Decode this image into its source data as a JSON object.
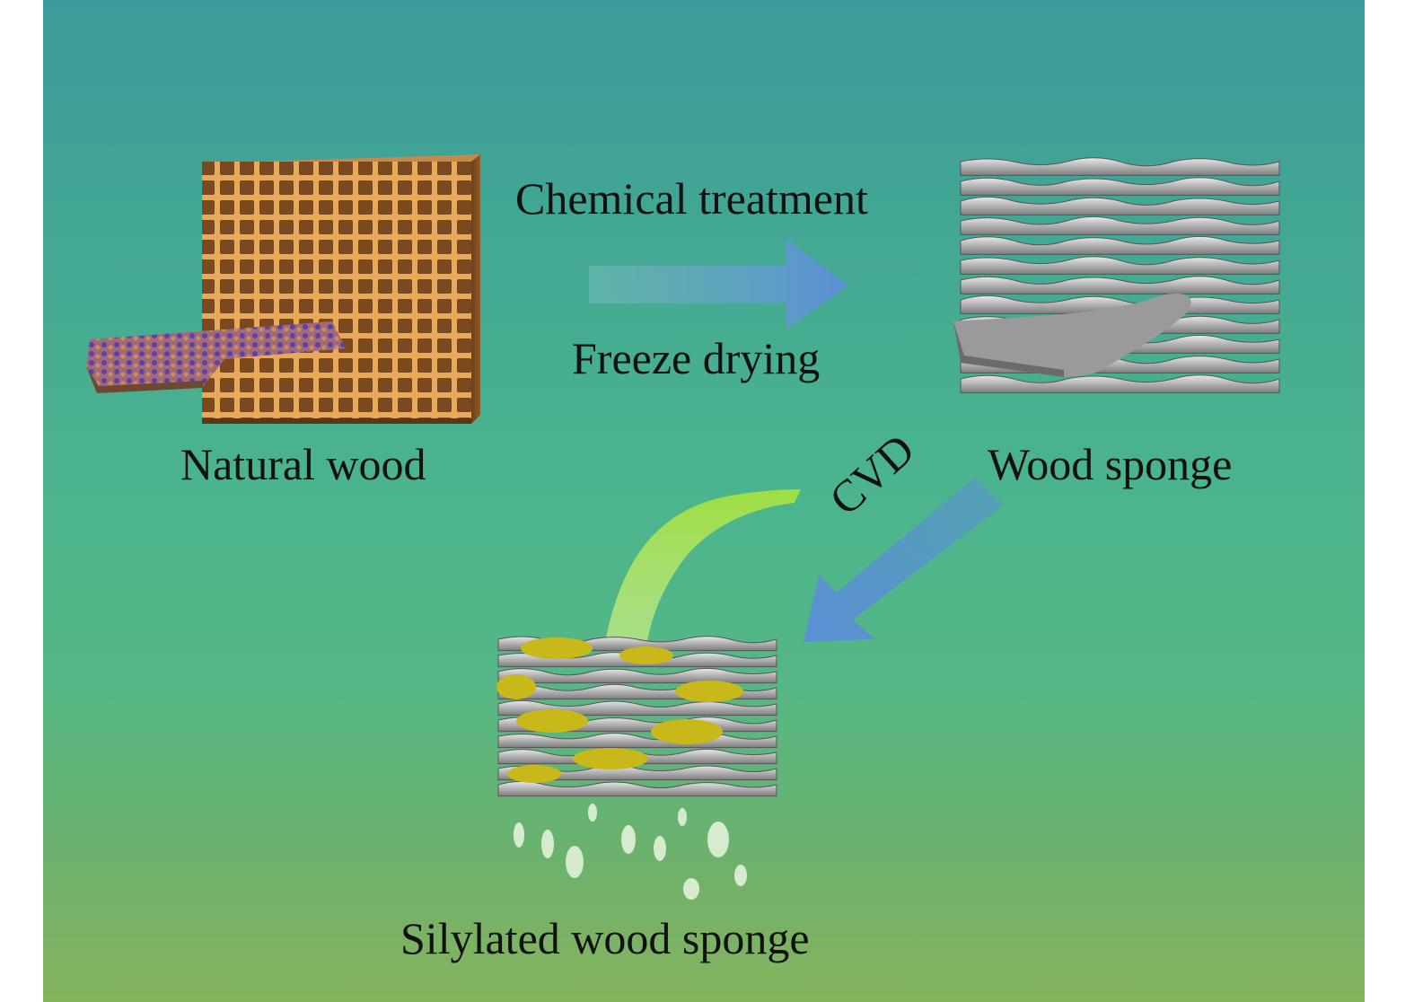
{
  "steps": {
    "natural_wood": "Natural wood",
    "wood_sponge": "Wood sponge",
    "silylated_wood_sponge": "Silylated wood sponge"
  },
  "processes": {
    "chemical_treatment": "Chemical treatment",
    "freeze_drying": "Freeze drying",
    "cvd": "CVD"
  },
  "colors": {
    "background_top": "#3b9b9a",
    "background_bottom": "#86b35e",
    "arrow": "#5b8fd6",
    "wood": "#9a6431",
    "sponge": "#8c8c8c",
    "oil": "#c9c11a"
  }
}
